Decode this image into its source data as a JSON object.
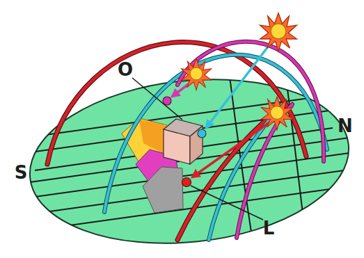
{
  "diagram": {
    "labels": [
      "O",
      "N",
      "S",
      "L"
    ]
  }
}
